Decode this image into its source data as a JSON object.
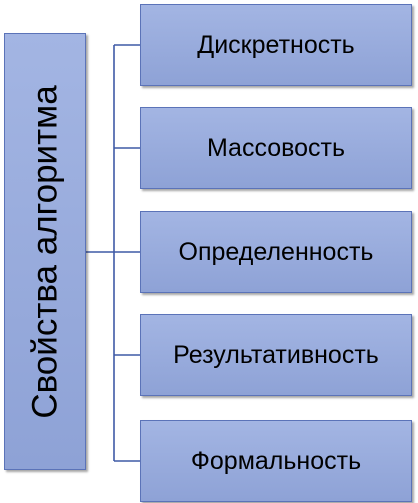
{
  "root": {
    "label": "Свойства алгоритма"
  },
  "children": [
    {
      "label": "Дискретность"
    },
    {
      "label": "Массовость"
    },
    {
      "label": "Определенность"
    },
    {
      "label": "Результативность"
    },
    {
      "label": "Формальность"
    }
  ],
  "colors": {
    "box_fill": "#97aadc",
    "box_border": "#5b73b8",
    "connector": "#3f5aa6"
  }
}
